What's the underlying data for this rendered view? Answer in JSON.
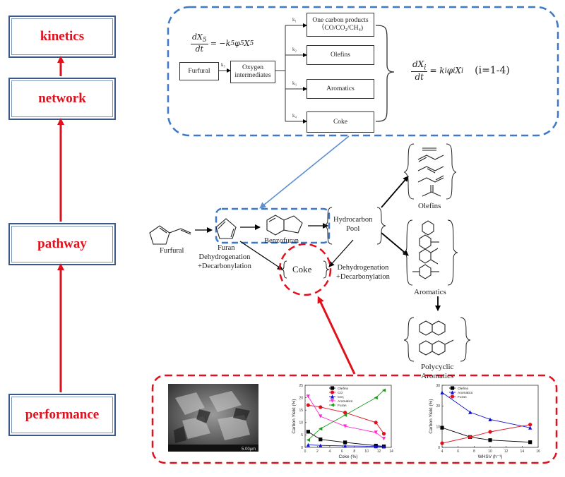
{
  "levels": {
    "kinetics": "kinetics",
    "network": "network",
    "pathway": "pathway",
    "performance": "performance"
  },
  "network_box": {
    "eq_left_num": "dX",
    "eq_left_num_sub": "5",
    "eq_left_den": "dt",
    "eq_left_rhs": "= −k",
    "eq_left_rhs_sub1": "5",
    "eq_left_rhs_mid": "φ",
    "eq_left_rhs_sub2": "5",
    "eq_left_rhs_end": "X",
    "eq_left_rhs_sub3": "5",
    "furfural": "Furfural",
    "oxygen_intermediates": "Oxygen intermediates",
    "k5": "k₅",
    "k1": "k₁",
    "k2": "k₂",
    "k3": "k₃",
    "k4": "k₄",
    "one_carbon_line1": "One carbon products",
    "one_carbon_line2": "（CO/CO₂/CH₄)",
    "olefins": "Olefins",
    "aromatics": "Aromatics",
    "coke": "Coke",
    "eq_right_num": "dX",
    "eq_right_num_sub": "i",
    "eq_right_den": "dt",
    "eq_right_rhs": "= k",
    "eq_right_rhs_sub1": "i",
    "eq_right_rhs_mid": "φ",
    "eq_right_rhs_sub2": "i",
    "eq_right_rhs_end": "X",
    "eq_right_rhs_sub3": "i",
    "eq_right_range": "(i=1-4)"
  },
  "pathway": {
    "furfural": "Furfural",
    "furan": "Furan",
    "benzofuran": "Benzofuran",
    "hydrocarbon_line1": "Hydrocarbon",
    "hydrocarbon_line2": "Pool",
    "coke": "Coke",
    "dehydro_left_line1": "Dehydrogenation",
    "dehydro_left_line2": "+Decarbonylation",
    "dehydro_right_line1": "Dehydrogenation",
    "dehydro_right_line2": "+Decarbonylation",
    "olefins": "Olefins",
    "aromatics": "Aromatics",
    "polycyclic_line1": "Polycyclic",
    "polycyclic_line2": "Aromatics"
  },
  "sem_caption": "5.00μm",
  "colors": {
    "red": "#e0101c",
    "blue_dash": "#3d78c9",
    "box_border": "#3a5a85",
    "black": "#000000",
    "magenta": "#ff2bd0",
    "green": "#1a9a1a",
    "navy": "#1010d0"
  },
  "chart_data": [
    {
      "type": "line",
      "xlabel": "Coke (%)",
      "ylabel": "Carbon Yield (%)",
      "xlim": [
        0,
        14
      ],
      "ylim": [
        0,
        25
      ],
      "xticks": [
        0,
        2,
        4,
        6,
        8,
        10,
        12,
        14
      ],
      "yticks": [
        0,
        5,
        10,
        15,
        20,
        25
      ],
      "legend_position": "top-center",
      "series": [
        {
          "name": "Olefins",
          "color": "#000000",
          "marker": "square",
          "x": [
            0.5,
            2.5,
            6.5,
            11.5,
            12.8
          ],
          "y": [
            6.3,
            3.2,
            2.0,
            0.7,
            0.4
          ]
        },
        {
          "name": "CO",
          "color": "#e0101c",
          "marker": "circle",
          "x": [
            0.5,
            2.5,
            6.5,
            11.5,
            12.8
          ],
          "y": [
            17.0,
            16.2,
            14.0,
            10.0,
            5.5
          ]
        },
        {
          "name": "CO₂",
          "color": "#1010d0",
          "marker": "triangle",
          "x": [
            0.5,
            2.5,
            6.5,
            11.5,
            12.8
          ],
          "y": [
            1.0,
            0.8,
            0.6,
            0.4,
            0.3
          ]
        },
        {
          "name": "Aromatics",
          "color": "#ff2bd0",
          "marker": "triangle-down",
          "x": [
            0.5,
            2.5,
            6.5,
            11.5,
            12.8
          ],
          "y": [
            20.5,
            12.5,
            8.5,
            6.0,
            3.5
          ]
        },
        {
          "name": "Furan",
          "color": "#1a9a1a",
          "marker": "triangle-left",
          "x": [
            0.5,
            2.5,
            6.5,
            11.5,
            12.8
          ],
          "y": [
            3.0,
            7.5,
            13.0,
            20.0,
            23.0
          ]
        }
      ]
    },
    {
      "type": "line",
      "xlabel": "WHSV (h⁻¹)",
      "ylabel": "Carbon Yield (%)",
      "xlim": [
        4,
        16
      ],
      "ylim": [
        0,
        30
      ],
      "xticks": [
        4,
        6,
        8,
        10,
        12,
        14,
        16
      ],
      "yticks": [
        0,
        10,
        20,
        30
      ],
      "legend_position": "top-left",
      "series": [
        {
          "name": "Olefins",
          "color": "#000000",
          "marker": "square",
          "x": [
            4.0,
            7.5,
            10.0,
            15.0
          ],
          "y": [
            9.5,
            5.0,
            3.5,
            2.5
          ]
        },
        {
          "name": "Aromatics",
          "color": "#1010d0",
          "marker": "triangle",
          "x": [
            4.0,
            7.5,
            10.0,
            15.0
          ],
          "y": [
            26.5,
            17.0,
            13.5,
            9.5
          ]
        },
        {
          "name": "Furan",
          "color": "#e0101c",
          "marker": "circle",
          "x": [
            4.0,
            7.5,
            10.0,
            15.0
          ],
          "y": [
            2.0,
            5.0,
            7.5,
            11.0
          ]
        }
      ]
    }
  ]
}
